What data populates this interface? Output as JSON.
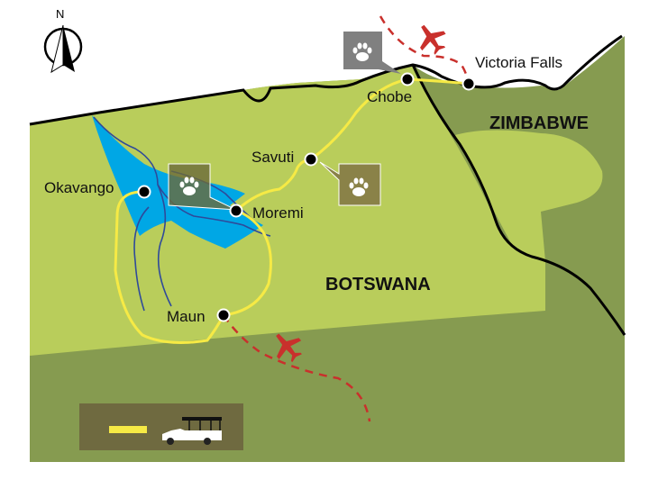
{
  "compass": {
    "label": "N"
  },
  "places": {
    "okavango": "Okavango",
    "moremi": "Moremi",
    "savuti": "Savuti",
    "maun": "Maun",
    "chobe": "Chobe",
    "victoria_falls": "Victoria Falls"
  },
  "countries": {
    "botswana": "BOTSWANA",
    "zimbabwe": "ZIMBABWE"
  },
  "icons": {
    "wildlife": "paw-icon",
    "flight": "airplane-icon",
    "vehicle": "safari-jeep-icon"
  },
  "colors": {
    "land_light": "#b9cd5b",
    "land_dark": "#869b50",
    "water": "#00a7e5",
    "route": "#f6ea45",
    "flight": "#c9302c",
    "river": "#2f4a9a"
  }
}
